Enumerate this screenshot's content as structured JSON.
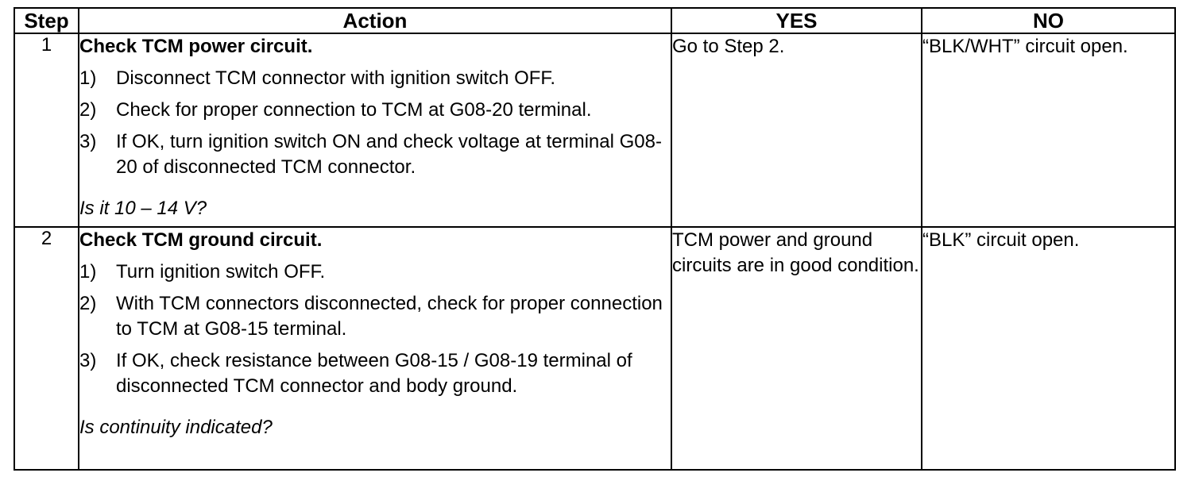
{
  "headers": {
    "step": "Step",
    "action": "Action",
    "yes": "YES",
    "no": "NO"
  },
  "rows": [
    {
      "step": "1",
      "title": "Check TCM power circuit.",
      "items": [
        {
          "num": "1)",
          "text": "Disconnect TCM connector with ignition switch OFF."
        },
        {
          "num": "2)",
          "text": "Check for proper connection to TCM at G08-20 terminal."
        },
        {
          "num": "3)",
          "text": "If OK, turn ignition switch ON and check voltage at terminal G08-20 of disconnected TCM connector."
        }
      ],
      "question": "Is it 10 – 14 V?",
      "yes": "Go to Step 2.",
      "no": "“BLK/WHT” circuit open."
    },
    {
      "step": "2",
      "title": "Check TCM ground circuit.",
      "items": [
        {
          "num": "1)",
          "text": "Turn ignition switch OFF."
        },
        {
          "num": "2)",
          "text": "With TCM connectors disconnected, check for proper connection to TCM at G08-15 terminal."
        },
        {
          "num": "3)",
          "text": "If OK, check resistance between G08-15 / G08-19 terminal of disconnected TCM connector and body ground."
        }
      ],
      "question": "Is continuity indicated?",
      "yes": "TCM power and ground circuits are in good condition.",
      "no": "“BLK” circuit open."
    }
  ]
}
